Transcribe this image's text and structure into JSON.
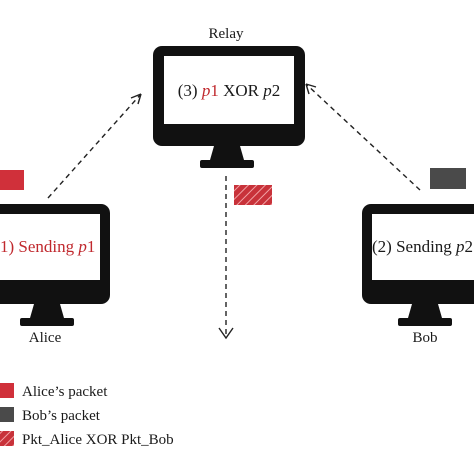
{
  "nodes": {
    "relay": {
      "label": "Relay",
      "screen_prefix": "(3) ",
      "screen_p1": "p",
      "screen_p1_num": "1",
      "screen_mid": " XOR ",
      "screen_p2": "p",
      "screen_p2_num": "2"
    },
    "alice": {
      "label": "Alice",
      "screen_prefix": "1) Sending ",
      "screen_var": "p",
      "screen_num": "1"
    },
    "bob": {
      "label": "Bob",
      "screen_prefix": "(2) Sending ",
      "screen_var": "p",
      "screen_num": "2"
    }
  },
  "legend": [
    {
      "label": "Alice’s packet"
    },
    {
      "label": "Bob’s packet"
    },
    {
      "label": "Pkt_Alice XOR Pkt_Bob"
    }
  ],
  "colors": {
    "alice_packet": "#d0303a",
    "bob_packet": "#4a4a4a",
    "xor_packet": "#c8323a",
    "xor_hatch": "#f2a3a6",
    "monitor": "#111111",
    "accent_text": "#c0282d"
  }
}
